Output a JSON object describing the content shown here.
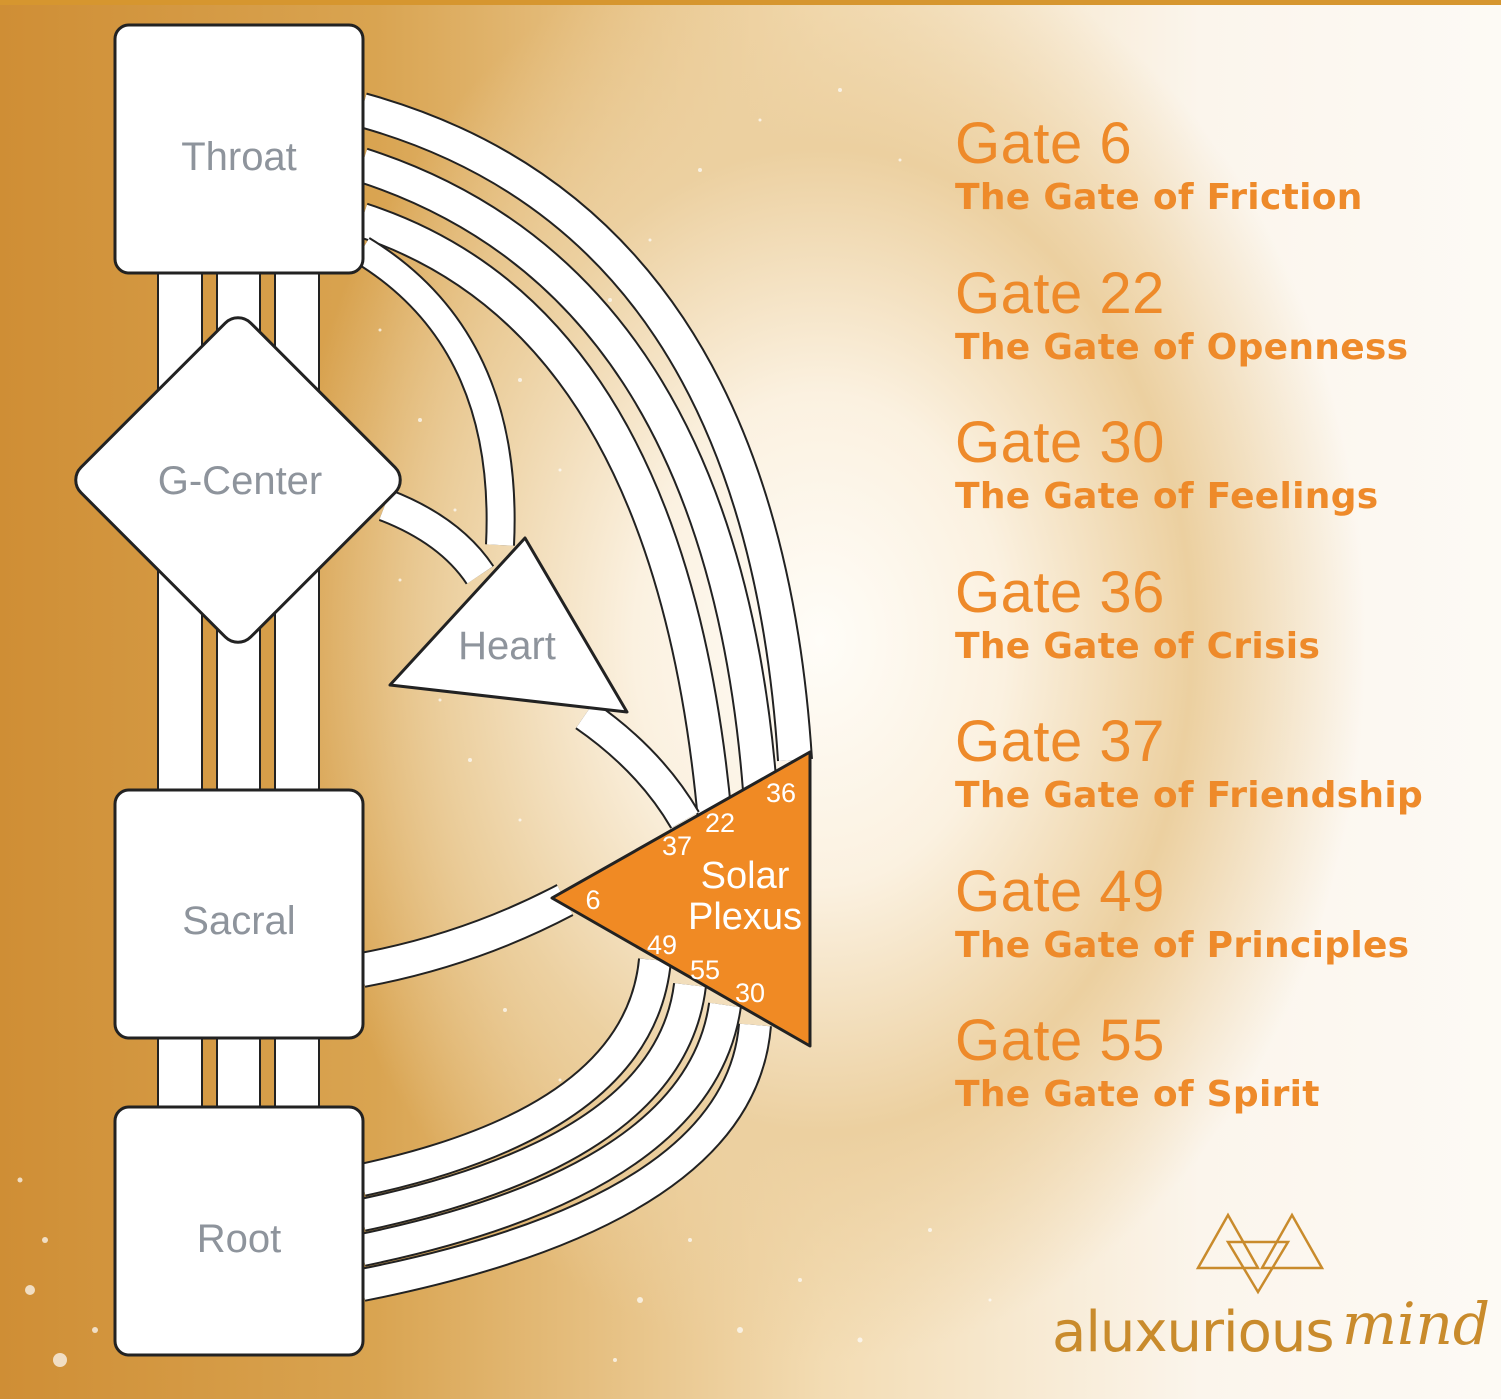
{
  "centers": {
    "throat": "Throat",
    "g_center": "G-Center",
    "heart": "Heart",
    "sacral": "Sacral",
    "root": "Root",
    "solar_plexus_line1": "Solar",
    "solar_plexus_line2": "Plexus"
  },
  "solar_plexus_gates": {
    "g36": "36",
    "g22": "22",
    "g37": "37",
    "g6": "6",
    "g49": "49",
    "g55": "55",
    "g30": "30"
  },
  "gates": [
    {
      "number": "Gate 6",
      "title": "The Gate of Friction"
    },
    {
      "number": "Gate 22",
      "title": "The Gate of Openness"
    },
    {
      "number": "Gate 30",
      "title": "The Gate of Feelings"
    },
    {
      "number": "Gate 36",
      "title": "The Gate of Crisis"
    },
    {
      "number": "Gate 37",
      "title": "The Gate of Friendship"
    },
    {
      "number": "Gate 49",
      "title": "The Gate of Principles"
    },
    {
      "number": "Gate 55",
      "title": "The Gate of Spirit"
    }
  ],
  "brand": {
    "name_main": "aluxurious",
    "name_script": "mind",
    "logo_icon": "double-triangle-icon"
  },
  "colors": {
    "accent_orange": "#ee8a2a",
    "solar_plexus_fill": "#f08a24",
    "brand_gold": "#c98b2c",
    "label_gray": "#8e949c"
  }
}
